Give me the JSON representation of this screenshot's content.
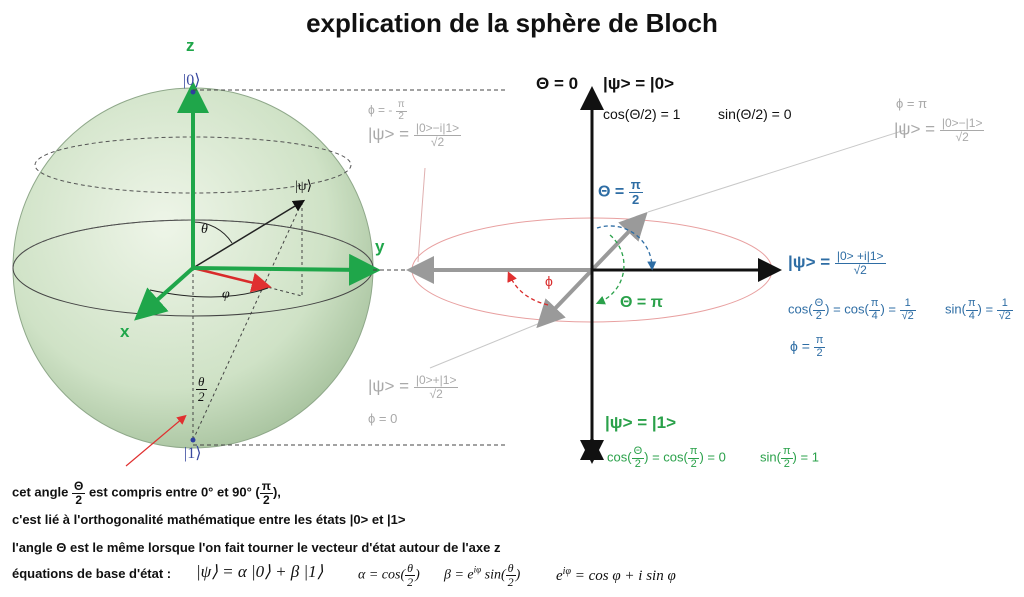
{
  "title": "explication de la sphère de Bloch",
  "sphere": {
    "axis_z": "z",
    "axis_x": "x",
    "axis_y": "y",
    "ket0": "|0⟩",
    "ket1": "|1⟩",
    "ket_psi": "|ψ⟩",
    "theta": "θ",
    "phi": "φ",
    "half_theta_num": "θ",
    "half_theta_den": "2"
  },
  "left_labels": {
    "phi_minus_pi2": "ϕ = -",
    "phi_minus_pi2_num": "π",
    "phi_minus_pi2_den": "2",
    "psi_top_prefix": "|ψ> =",
    "psi_top_num": "|0>−i|1>",
    "psi_top_den": "√2",
    "psi_bottom_prefix": "|ψ> =",
    "psi_bottom_num": "|0>+|1>",
    "psi_bottom_den": "√2",
    "phi_zero": "ϕ = 0"
  },
  "right_top": {
    "theta_zero": "Θ = 0",
    "psi_zero": "|ψ> = |0>",
    "cos": "cos(Θ/2) = 1",
    "sin": "sin(Θ/2) = 0",
    "phi_pi": "ϕ = π",
    "psi_pi_prefix": "|ψ> =",
    "psi_pi_num": "|0>−|1>",
    "psi_pi_den": "√2"
  },
  "right_mid": {
    "theta_half_prefix": "Θ =",
    "theta_half_num": "π",
    "theta_half_den": "2",
    "psi_prefix": "|ψ> =",
    "psi_num": "|0> +i|1>",
    "psi_den": "√2",
    "cos_a": "cos(",
    "cos_a_num": "Θ",
    "cos_a_den": "2",
    "cos_b": ") = cos(",
    "cos_b_num": "π",
    "cos_b_den": "4",
    "cos_c": ") =",
    "cos_c_num": "1",
    "cos_c_den": "√2",
    "sin_a": "sin(",
    "sin_a_num": "π",
    "sin_a_den": "4",
    "sin_b": ") =",
    "sin_b_num": "1",
    "sin_b_den": "√2",
    "phi_prefix": "ϕ =",
    "phi_num": "π",
    "phi_den": "2",
    "phi_small": "ϕ",
    "theta_pi": "Θ = π"
  },
  "right_bottom": {
    "psi_one": "|ψ> = |1>",
    "cos_a": "cos(",
    "cos_a_num": "Θ",
    "cos_a_den": "2",
    "cos_b": ") = cos(",
    "cos_b_num": "π",
    "cos_b_den": "2",
    "cos_c": ") = 0",
    "sin_a": "sin(",
    "sin_a_num": "π",
    "sin_a_den": "2",
    "sin_b": ") = 1"
  },
  "notes": {
    "line1_a": "cet angle",
    "line1_num": "Θ",
    "line1_den": "2",
    "line1_b": "est compris entre 0° et 90° (",
    "line1_num2": "π",
    "line1_den2": "2",
    "line1_c": "),",
    "line2": "c'est lié à l'orthogonalité mathématique entre les états |0> et |1>",
    "line3": "l'angle Θ est le même lorsque l'on fait tourner le vecteur d'état autour de l'axe z",
    "line4_label": "équations de base d'état :",
    "eq1": "|ψ⟩ = α |0⟩ + β |1⟩",
    "eq2_a": "α = cos(",
    "eq2_num": "θ",
    "eq2_den": "2",
    "eq2_b": ")",
    "eq3_a": "β = e",
    "eq3_sup": "iφ",
    "eq3_b": " sin(",
    "eq3_num": "θ",
    "eq3_den": "2",
    "eq3_c": ")",
    "eq4": "e",
    "eq4_sup": "iφ",
    "eq4_b": " = cos φ + i sin φ"
  },
  "colors": {
    "green_axis": "#1fa64a",
    "blue_text": "#2e6da4",
    "green_text": "#2aa14a",
    "gray_text": "#a9a9a9",
    "red_arrow": "#e03030",
    "sphere_fill": "#c8dfc0"
  }
}
